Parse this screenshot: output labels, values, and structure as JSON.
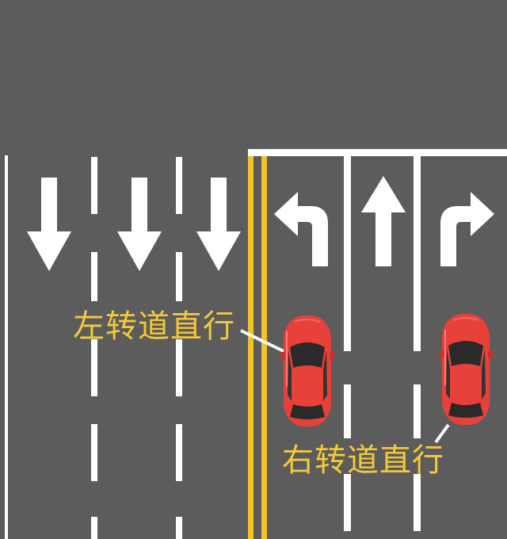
{
  "scene": {
    "colors": {
      "asphalt": "#5c5c5c",
      "marking_white": "#ffffff",
      "center_line_yellow": "#f2c326",
      "label_yellow": "#f3c93a",
      "car_body": "#e8413a",
      "car_glass": "#2a2a2a"
    },
    "oncoming_lanes": {
      "direction": "down",
      "arrows": [
        "down-arrow",
        "down-arrow",
        "down-arrow"
      ]
    },
    "approach_lanes": {
      "direction": "up",
      "arrows": [
        "left-turn-arrow",
        "straight-arrow",
        "right-turn-arrow"
      ]
    },
    "center_line": "double-solid-yellow",
    "cars": [
      {
        "lane": "left-turn-lane",
        "color": "red",
        "heading": "up"
      },
      {
        "lane": "right-turn-lane",
        "color": "red",
        "heading": "up"
      }
    ]
  },
  "labels": {
    "left_turn_straight": "左转道直行",
    "right_turn_straight": "右转道直行"
  }
}
